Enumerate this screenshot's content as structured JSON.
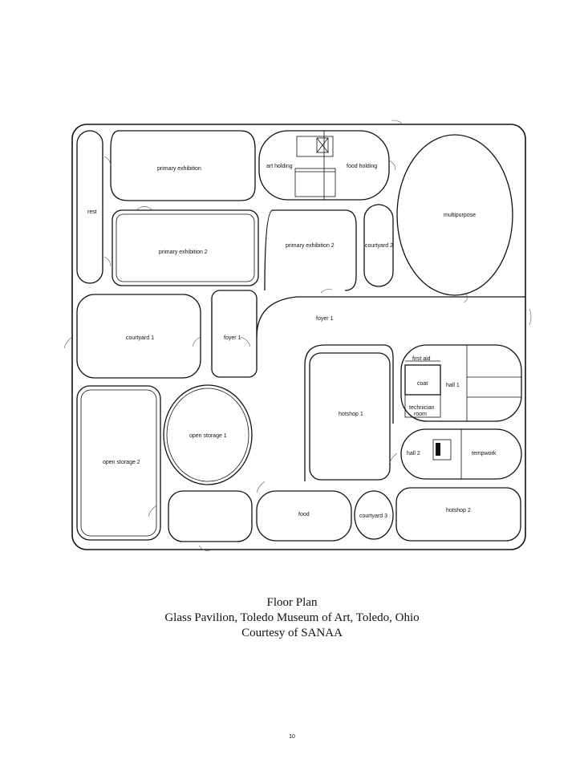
{
  "rooms": {
    "primary_exhibition": "primary exhibition",
    "art_holding": "art holding",
    "food_holding": "food holding",
    "rest": "rest",
    "multipurpose": "multipurpose",
    "primary_exhibition_2_left": "primary exhibition 2",
    "primary_exhibition_2_center": "primary exhibition 2",
    "courtyard_2": "courtyard 2",
    "foyer_1_top": "foyer 1",
    "courtyard_1": "courtyard 1",
    "foyer_1_left": "foyer 1",
    "first_aid": "first aid",
    "coat": "coat",
    "hall_1": "hall 1",
    "technician_room_1": "technician",
    "technician_room_2": "room",
    "hotshop_1": "hotshop 1",
    "open_storage_1": "open storage 1",
    "open_storage_2": "open storage 2",
    "hall_2": "hall 2",
    "tempwork": "tempwork",
    "food": "food",
    "courtyard_3": "courtyard 3",
    "hotshop_2": "hotshop 2"
  },
  "caption": {
    "title": "Floor Plan",
    "subtitle": "Glass Pavilion, Toledo Museum of Art, Toledo, Ohio",
    "credit": "Courtesy of SANAA"
  },
  "page_number": "10"
}
